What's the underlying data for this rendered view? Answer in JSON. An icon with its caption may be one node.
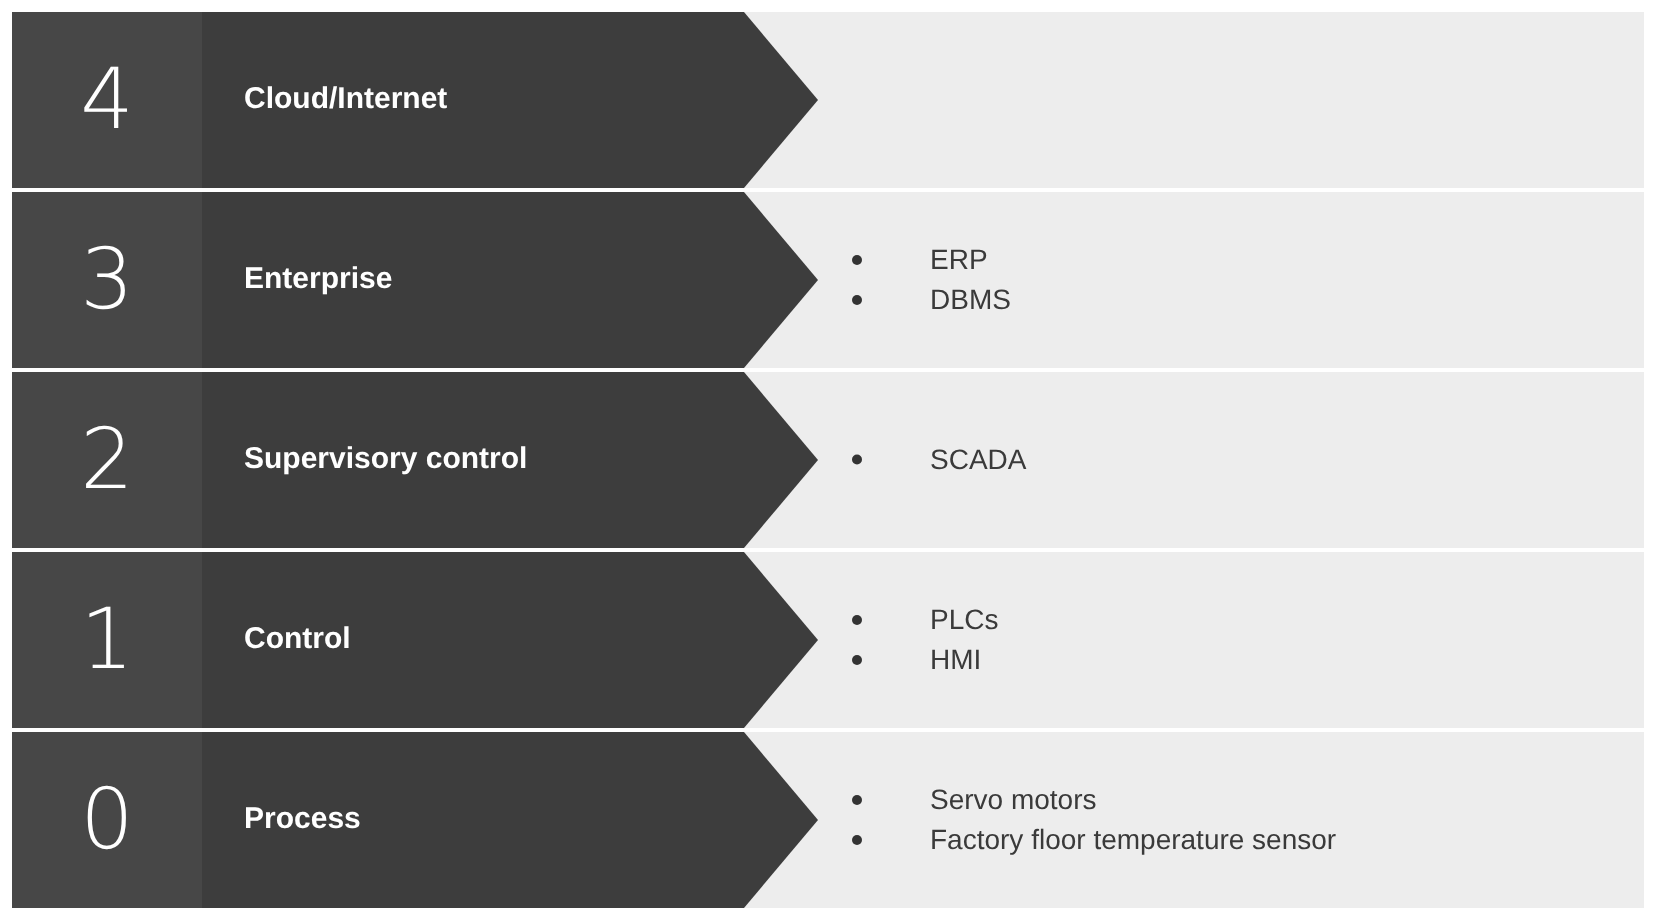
{
  "diagram": {
    "nodes": [
      {
        "text": [
          "4"
        ]
      },
      {
        "text": [
          "Cloud/Internet"
        ]
      },
      {
        "text": [],
        "shape": "box"
      },
      {
        "text": [
          "3"
        ]
      },
      {
        "text": [
          "Enterprise"
        ]
      },
      {
        "text": [
          "ERP",
          "DBMS"
        ]
      },
      {
        "text": [
          "2"
        ]
      },
      {
        "text": [
          "Supervisory control"
        ]
      },
      {
        "text": [
          "SCADA"
        ]
      },
      {
        "text": [
          "1"
        ]
      },
      {
        "text": [
          "Control"
        ]
      },
      {
        "text": [
          "PLCs",
          "HMI"
        ]
      },
      {
        "text": [
          "0"
        ]
      },
      {
        "text": [
          "Process"
        ]
      },
      {
        "text": [
          "Servo motors",
          "Factory floor temperature sensor"
        ]
      }
    ]
  }
}
